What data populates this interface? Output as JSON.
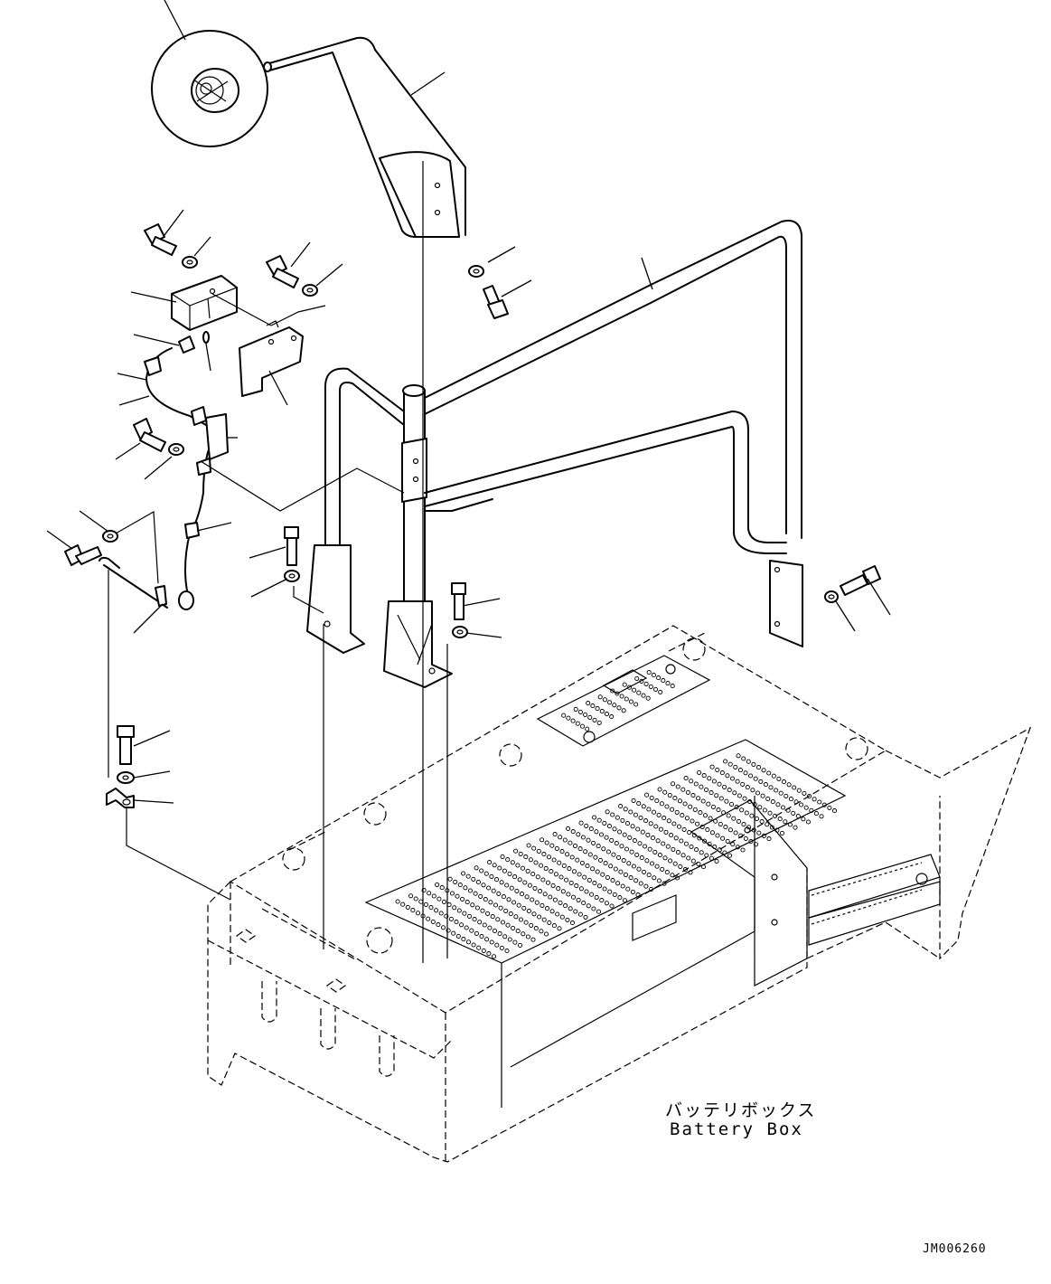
{
  "labels": {
    "battery_box_jp": "バッテリボックス",
    "battery_box_en": "Battery Box",
    "drawing_id": "JM006260"
  },
  "colors": {
    "ink": "#000000",
    "background": "#ffffff"
  }
}
